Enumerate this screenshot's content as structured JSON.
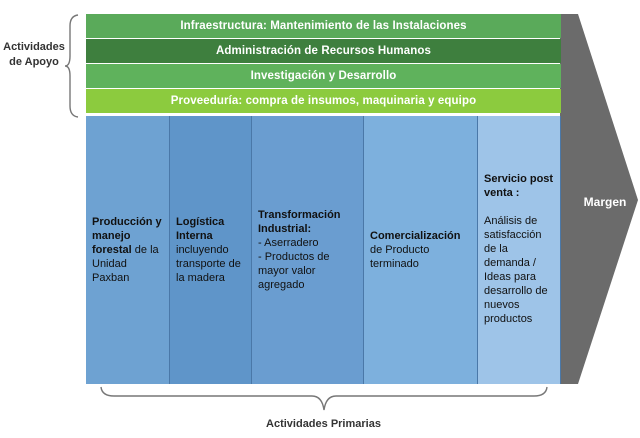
{
  "support": {
    "label": "Actividades de Apoyo",
    "bars": [
      "Infraestructura: Mantenimiento de las Instalaciones",
      "Administración de Recursos Humanos",
      "Investigación y Desarrollo",
      "Proveeduría: compra de insumos, maquinaria y equipo"
    ]
  },
  "margin": {
    "label": "Margen"
  },
  "primary": {
    "label": "Actividades Primarias",
    "columns": [
      {
        "title": "Producción y manejo forestal",
        "text": " de la Unidad Paxban"
      },
      {
        "title": "Logística Interna",
        "text": " incluyendo transporte de la madera"
      },
      {
        "title": "Transformación Industrial:",
        "lines": [
          "- Aserradero",
          "- Productos de mayor valor agregado"
        ]
      },
      {
        "title": "Comercialización",
        "text": " de Producto terminado"
      },
      {
        "title": "Servicio post venta :",
        "text": "Análisis de satisfacción de la demanda / Ideas para desarrollo de nuevos productos"
      }
    ]
  },
  "colors": {
    "support_1": "#5aaa5a",
    "support_2": "#3e7f3e",
    "support_3": "#5fb25c",
    "support_4": "#8ccb3e",
    "arrow": "#6b6b6b",
    "primary_blue": "#6ea2d2"
  }
}
